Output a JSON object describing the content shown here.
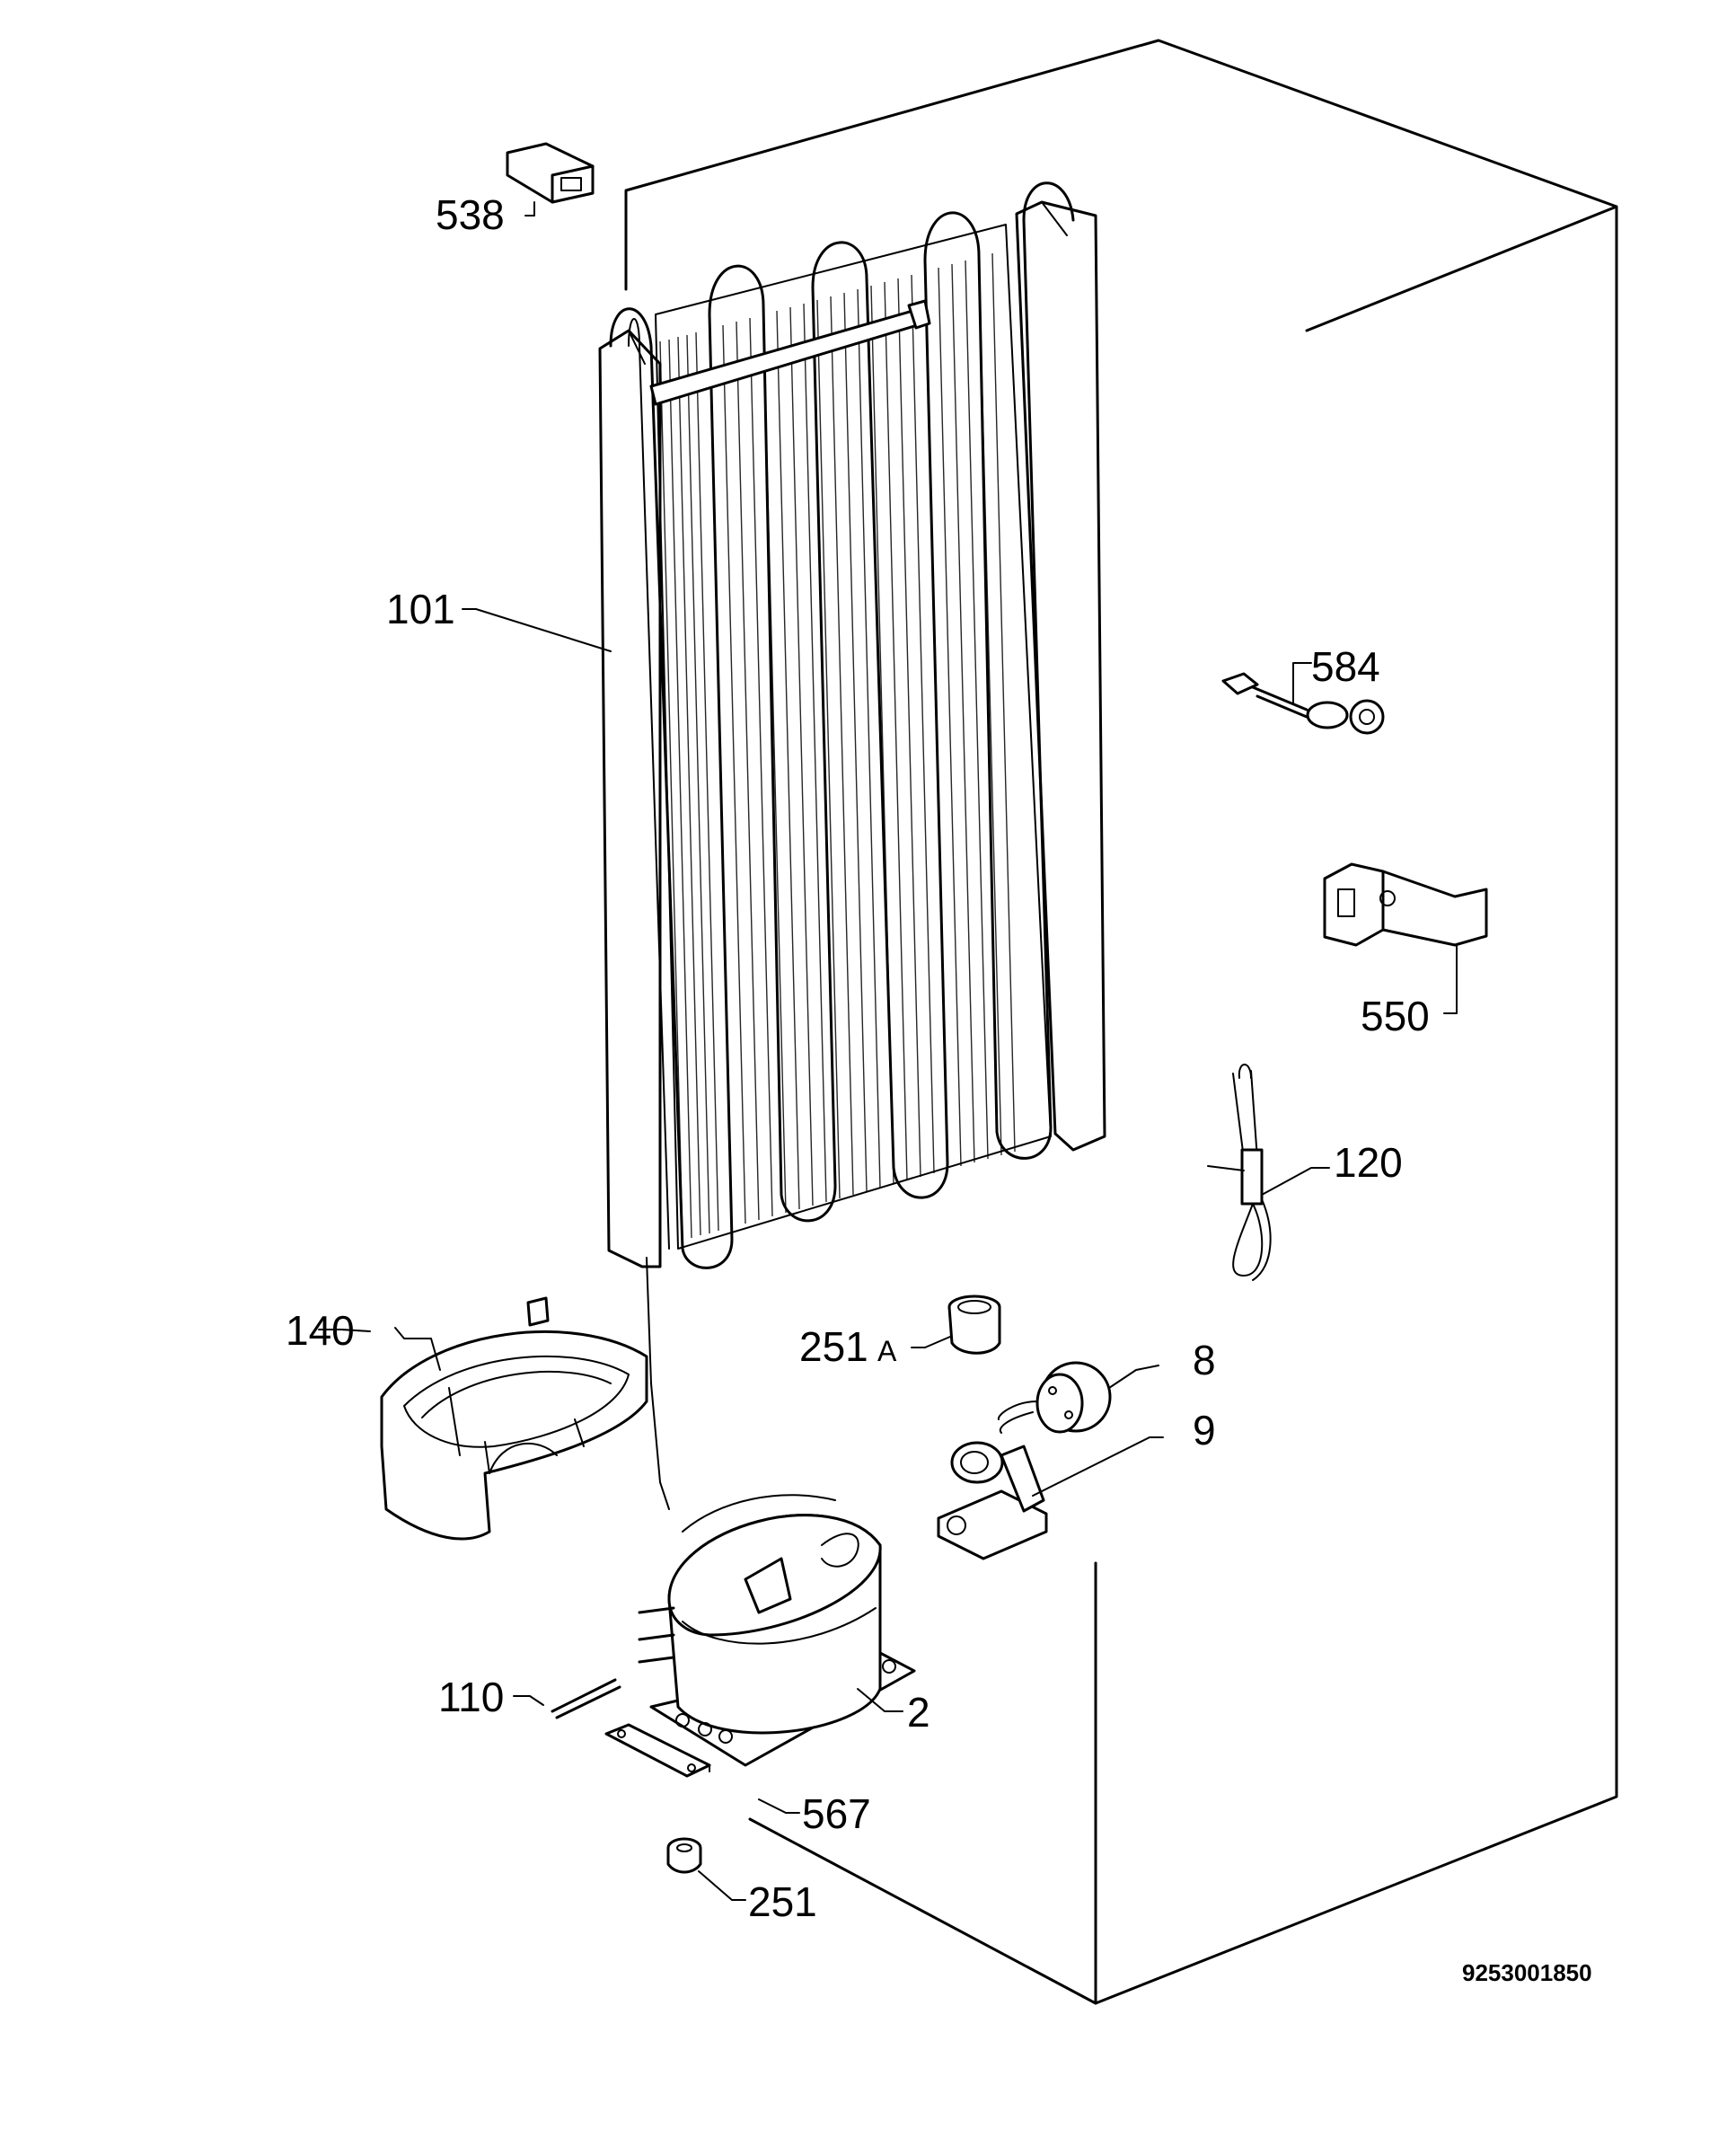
{
  "diagram": {
    "drawing_number": "9253001850",
    "callouts": {
      "p538": "538",
      "p101": "101",
      "p584": "584",
      "p550": "550",
      "p120": "120",
      "p140": "140",
      "p251a_num": "251",
      "p251a_suffix": "A",
      "p8": "8",
      "p9": "9",
      "p110": "110",
      "p2": "2",
      "p567": "567",
      "p251": "251"
    }
  }
}
